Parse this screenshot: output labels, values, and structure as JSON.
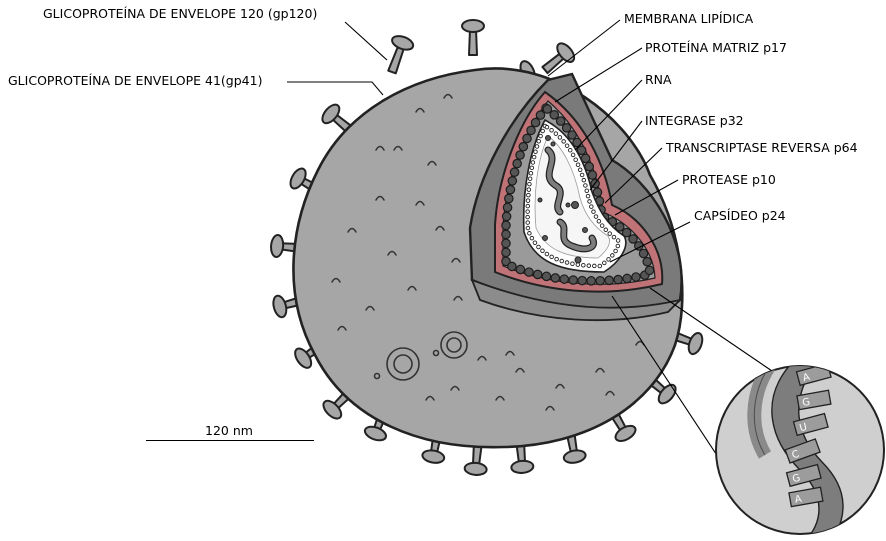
{
  "labels": {
    "gp120": "GLICOPROTEÍNA DE ENVELOPE 120 (gp120)",
    "gp41": "GLICOPROTEÍNA DE ENVELOPE 41(gp41)",
    "membrana": "MEMBRANA LIPÍDICA",
    "matriz": "PROTEÍNA MATRIZ p17",
    "rna": "RNA",
    "integrase": "INTEGRASE p32",
    "transcriptase": "TRANSCRIPTASE REVERSA p64",
    "protease": "PROTEASE p10",
    "capsideo": "CAPSÍDEO p24"
  },
  "scale_bar": {
    "label": "120 nm"
  },
  "rna_bases": [
    "A",
    "G",
    "U",
    "C",
    "G",
    "A"
  ],
  "colors": {
    "virion_body": "#a6a6a6",
    "membrane_cut": "#7a7a7a",
    "matrix_layer": "#c07377",
    "capsid_beads": "#555555",
    "core_interior": "#ffffff",
    "rna_strand": "#7d7d7d"
  }
}
